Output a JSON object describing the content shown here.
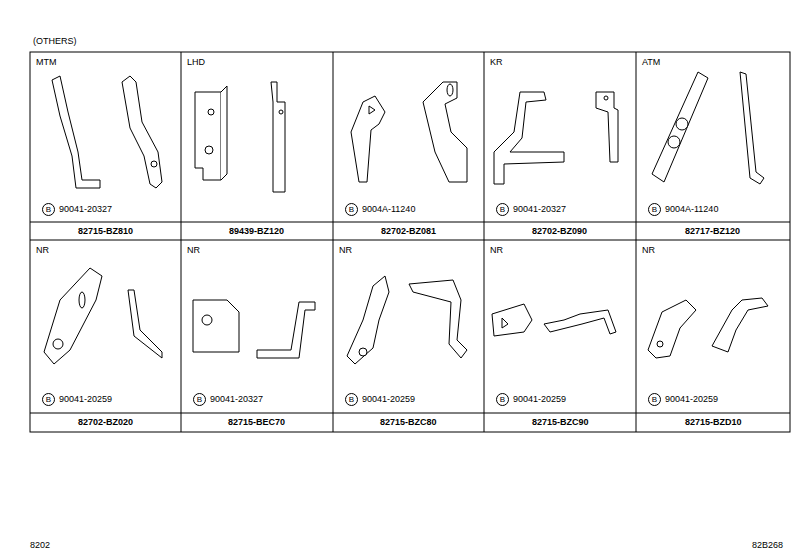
{
  "diagram": {
    "nodes": [
      {
        "text": [
          "MTM",
          "B",
          "90041-20327",
          "82715-BZ810"
        ]
      },
      {
        "text": [
          "LHD",
          "89439-BZ120"
        ]
      },
      {
        "text": [
          "B",
          "9004A-11240",
          "82702-BZ081"
        ]
      },
      {
        "text": [
          "KR",
          "B",
          "90041-20327",
          "82702-BZ090"
        ]
      },
      {
        "text": [
          "ATM",
          "B",
          "9004A-11240",
          "82717-BZ120"
        ]
      },
      {
        "text": [
          "NR",
          "B",
          "90041-20259",
          "82702-BZ020"
        ]
      },
      {
        "text": [
          "NR",
          "B",
          "90041-20327",
          "82715-BEC70"
        ]
      },
      {
        "text": [
          "NR",
          "B",
          "90041-20259",
          "82715-BZC80"
        ]
      },
      {
        "text": [
          "NR",
          "B",
          "90041-20259",
          "82715-BZC90"
        ]
      },
      {
        "text": [
          "NR",
          "B",
          "90041-20259",
          "82715-BZD10"
        ]
      }
    ],
    "labels": [
      "(OTHERS)",
      "8202",
      "82B268"
    ]
  }
}
